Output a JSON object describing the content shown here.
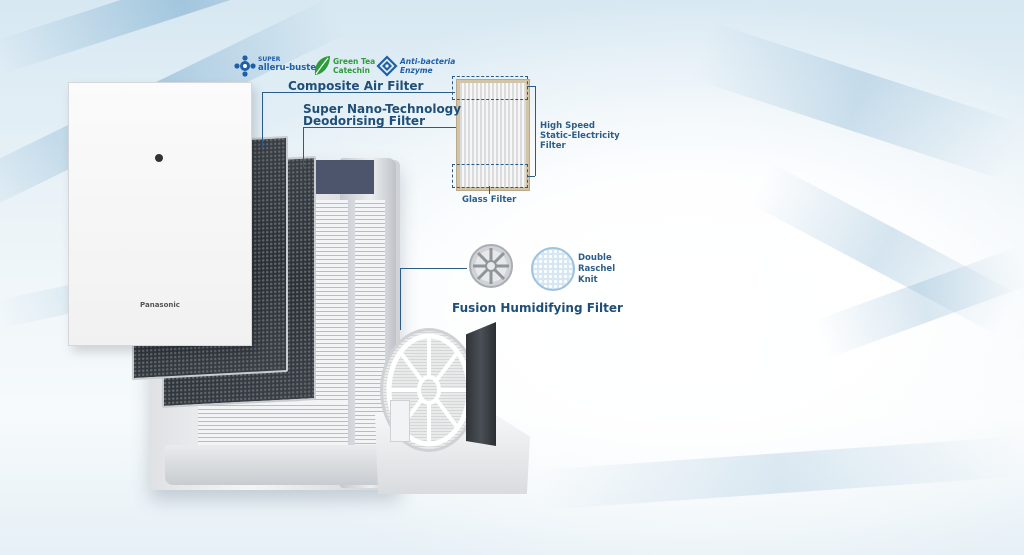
{
  "badges": {
    "badge1_top": "SUPER",
    "badge1_main": "alleru-buster",
    "badge2_line1": "Green Tea",
    "badge2_line2": "Catechin",
    "badge3_line1": "Anti-bacteria",
    "badge3_line2": "Enzyme"
  },
  "labels": {
    "composite": "Composite Air Filter",
    "nano_line1": "Super Nano-Technology",
    "nano_line2": "Deodorising Filter",
    "hs_line1": "High Speed",
    "hs_line2": "Static-Electricity",
    "hs_line3": "Filter",
    "glass": "Glass Filter",
    "raschel_line1": "Double",
    "raschel_line2": "Raschel",
    "raschel_line3": "Knit",
    "fusion": "Fusion Humidifying Filter"
  },
  "product": {
    "brand": "Panasonic"
  },
  "colors": {
    "label_blue": "#1f4f78",
    "green_tea": "#2e9b3a",
    "brand_blue": "#1f5fa8"
  },
  "icons": {
    "badge1": "alleru-buster-icon",
    "badge2": "green-tea-leaf-icon",
    "badge3": "enzyme-icon"
  }
}
